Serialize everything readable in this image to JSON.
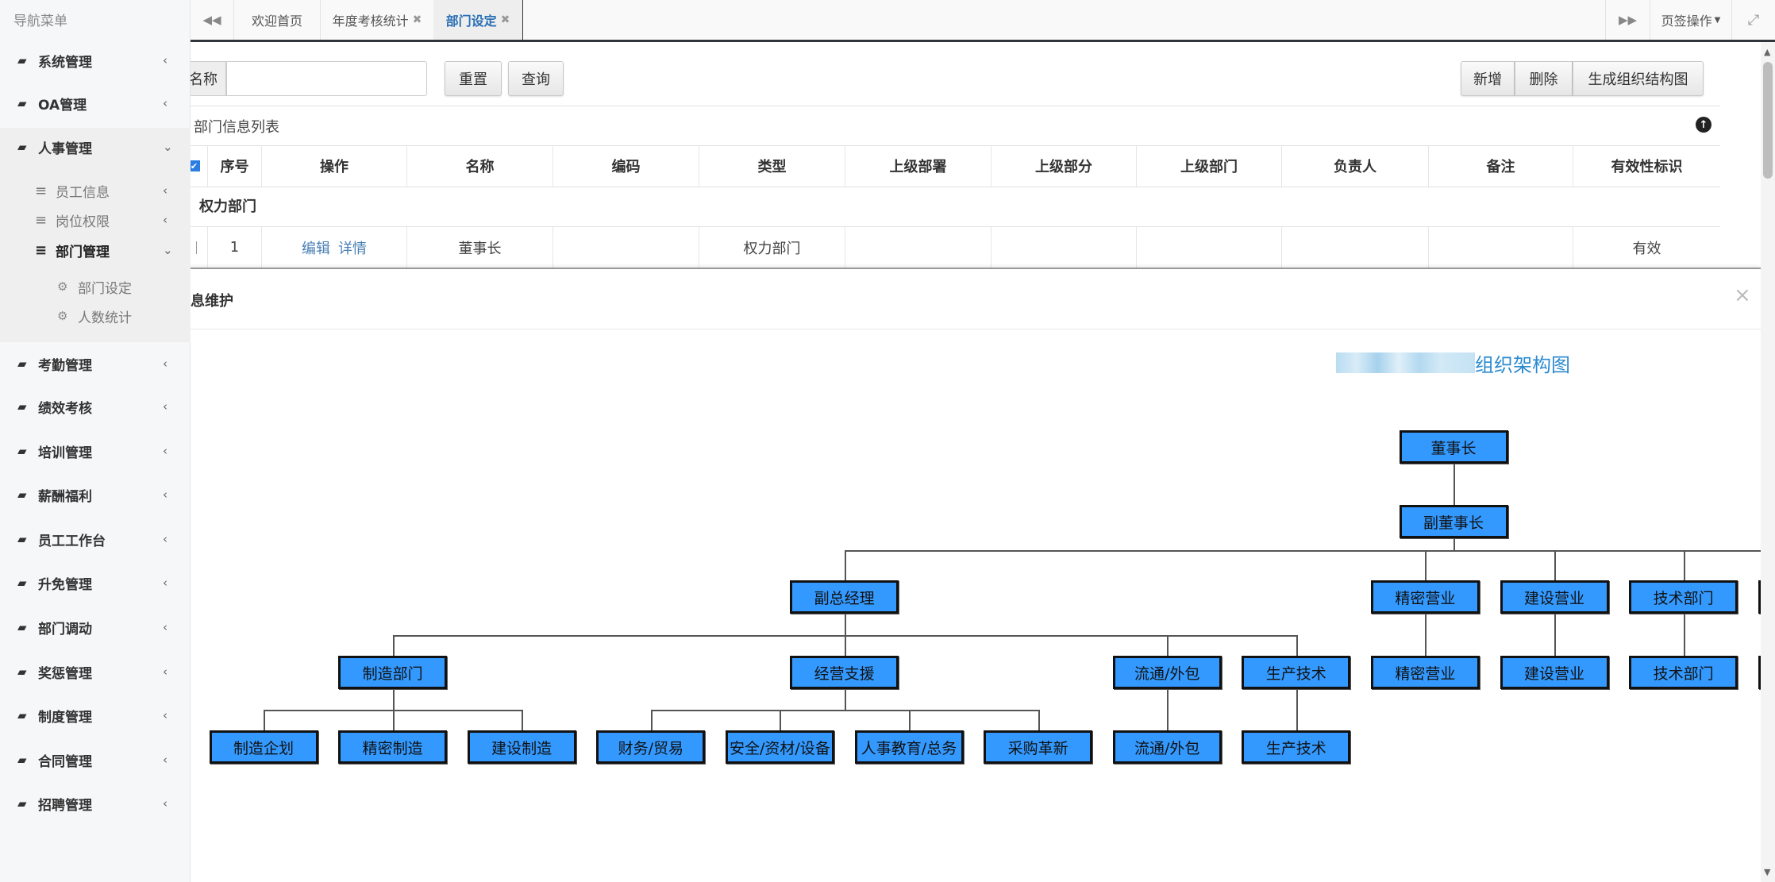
{
  "sidebar": {
    "title": "导航菜单",
    "items": [
      {
        "label": "系统管理",
        "icon": "book-icon",
        "expanded": false
      },
      {
        "label": "OA管理",
        "icon": "book-icon",
        "expanded": false
      },
      {
        "label": "人事管理",
        "icon": "book-icon",
        "expanded": true,
        "children": [
          {
            "label": "员工信息",
            "icon": "list-icon"
          },
          {
            "label": "岗位权限",
            "icon": "list-icon"
          },
          {
            "label": "部门管理",
            "icon": "list-icon",
            "expanded": true,
            "children": [
              {
                "label": "部门设定",
                "icon": "cogs-icon"
              },
              {
                "label": "人数统计",
                "icon": "cogs-icon"
              }
            ]
          }
        ]
      },
      {
        "label": "考勤管理",
        "icon": "book-icon"
      },
      {
        "label": "绩效考核",
        "icon": "book-icon"
      },
      {
        "label": "培训管理",
        "icon": "book-icon"
      },
      {
        "label": "薪酬福利",
        "icon": "book-icon"
      },
      {
        "label": "员工工作台",
        "icon": "book-icon"
      },
      {
        "label": "升免管理",
        "icon": "book-icon"
      },
      {
        "label": "部门调动",
        "icon": "book-icon"
      },
      {
        "label": "奖惩管理",
        "icon": "book-icon"
      },
      {
        "label": "制度管理",
        "icon": "book-icon"
      },
      {
        "label": "合同管理",
        "icon": "book-icon"
      },
      {
        "label": "招聘管理",
        "icon": "book-icon"
      }
    ]
  },
  "tabs": {
    "items": [
      {
        "label": "欢迎首页",
        "closable": false
      },
      {
        "label": "年度考核统计",
        "closable": true
      },
      {
        "label": "部门设定",
        "closable": true,
        "active": true
      }
    ],
    "close_glyph": "✖",
    "tab_ops": "页签操作"
  },
  "search": {
    "label": "名称",
    "value": "",
    "reset": "重置",
    "query": "查询"
  },
  "toolbar": {
    "add": "新增",
    "delete": "删除",
    "generate": "生成组织结构图"
  },
  "table": {
    "title": "部门信息列表",
    "columns": [
      "序号",
      "操作",
      "名称",
      "编码",
      "类型",
      "上级部署",
      "上级部分",
      "上级部门",
      "负责人",
      "备注",
      "有效性标识"
    ],
    "group": "权力部门",
    "rows": [
      {
        "index": "1",
        "edit": "编辑",
        "detail": "详情",
        "name": "董事长",
        "code": "",
        "type": "权力部门",
        "s1": "",
        "s2": "",
        "s3": "",
        "owner": "",
        "note": "",
        "valid": "有效"
      }
    ]
  },
  "modal": {
    "title": "息维护",
    "close": "×",
    "chart_title_suffix": "组织架构图"
  },
  "colors": {
    "node_fill": "#3399ff",
    "accent": "#2a6fb5",
    "chart_title": "#2a8ad0"
  },
  "org_tree": {
    "label": "董事长",
    "children": [
      {
        "label": "副董事长",
        "children": [
          {
            "label": "副总经理",
            "children": [
              {
                "label": "制造部门",
                "children": [
                  {
                    "label": "制造企划"
                  },
                  {
                    "label": "精密制造"
                  },
                  {
                    "label": "建设制造"
                  }
                ]
              },
              {
                "label": "经营支援",
                "children": [
                  {
                    "label": "财务/贸易"
                  },
                  {
                    "label": "安全/资材/设备"
                  },
                  {
                    "label": "人事教育/总务"
                  },
                  {
                    "label": "采购革新"
                  }
                ]
              },
              {
                "label": "流通/外包",
                "children": [
                  {
                    "label": "流通/外包"
                  }
                ]
              },
              {
                "label": "生产技术",
                "children": [
                  {
                    "label": "生产技术"
                  }
                ]
              }
            ]
          },
          {
            "label": "精密营业",
            "children": [
              {
                "label": "精密营业"
              }
            ]
          },
          {
            "label": "建设营业",
            "children": [
              {
                "label": "建设营业"
              }
            ]
          },
          {
            "label": "技术部门",
            "children": [
              {
                "label": "技术部门"
              }
            ]
          },
          {
            "label": "",
            "children": [
              {
                "label": ""
              }
            ]
          }
        ]
      }
    ]
  }
}
